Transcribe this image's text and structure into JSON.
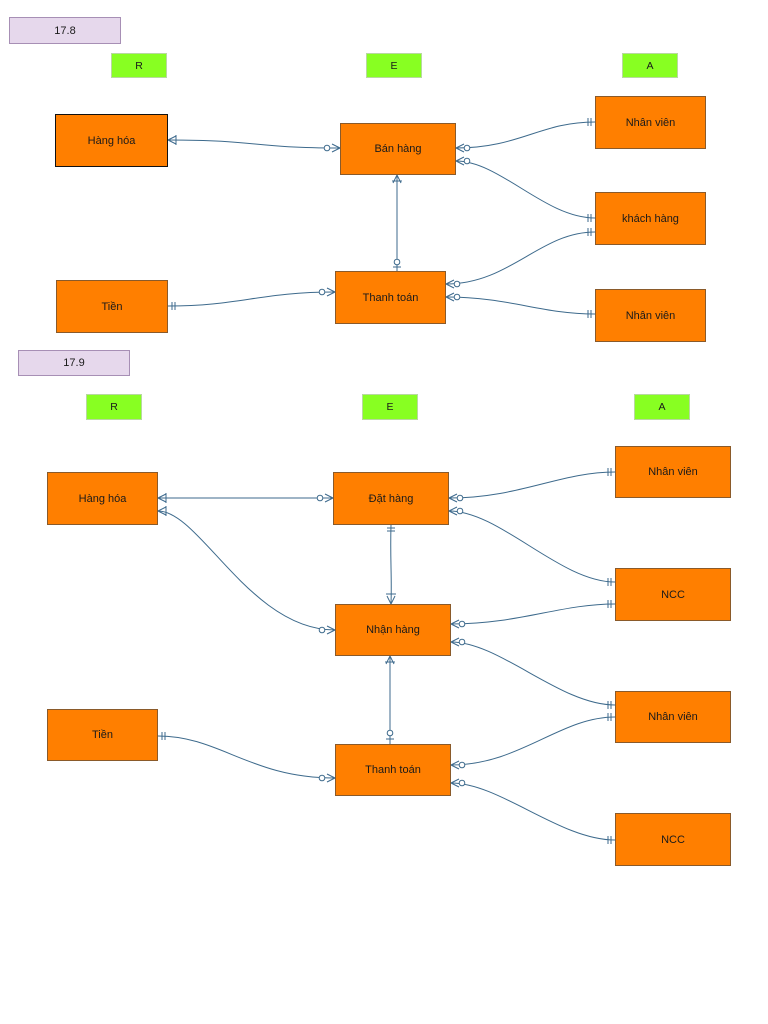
{
  "diagram_17_8": {
    "section_label": "17.8",
    "column_r": "R",
    "column_e": "E",
    "column_a": "A",
    "entities": {
      "hang_hoa": "Hàng hóa",
      "ban_hang": "Bán hàng",
      "nhan_vien_1": "Nhân viên",
      "khach_hang": "khách hàng",
      "tien": "Tiền",
      "thanh_toan": "Thanh toán",
      "nhan_vien_2": "Nhân viên"
    }
  },
  "diagram_17_9": {
    "section_label": "17.9",
    "column_r": "R",
    "column_e": "E",
    "column_a": "A",
    "entities": {
      "hang_hoa": "Hàng hóa",
      "dat_hang": "Đặt hàng",
      "nhan_vien_1": "Nhân viên",
      "ncc_1": "NCC",
      "nhan_hang": "Nhận hàng",
      "nhan_vien_2": "Nhân viên",
      "tien": "Tiền",
      "thanh_toan": "Thanh toán",
      "ncc_2": "NCC"
    }
  }
}
